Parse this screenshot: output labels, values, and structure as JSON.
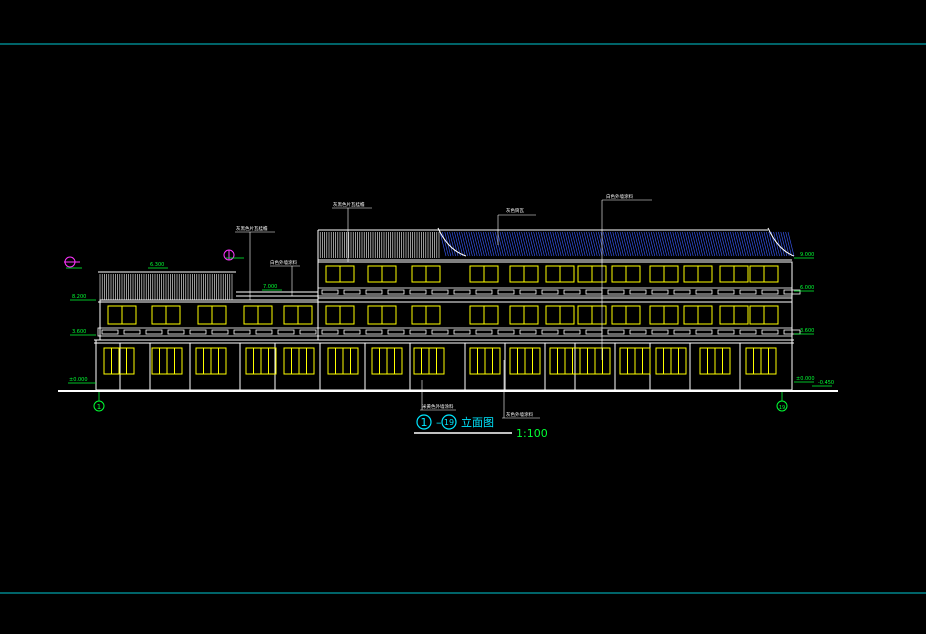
{
  "drawing": {
    "title_prefix": "1",
    "title_sep": "–",
    "title_suffix": "19",
    "title_label": "立面图",
    "scale": "1:100",
    "grid_left": "1",
    "grid_right": "19"
  },
  "levels": {
    "l0": "±0.000",
    "l1": "3.600",
    "l2": "6.300",
    "l3": "7.000",
    "l4": "8.200",
    "r0": "±0.000",
    "r1": "3.600",
    "r2": "6.000",
    "r3": "9.000",
    "r_ext": "-0.450"
  },
  "notes": {
    "n1": "灰黑色片瓦挂檐",
    "n2": "白色外墙涂料",
    "n3": "灰黑色片瓦挂檐",
    "n4": "灰色筒瓦",
    "n5": "白色外墙涂料",
    "n6": "米黄色外墙涂料",
    "n7": "灰色外墙涂料"
  },
  "colors": {
    "background": "#000000",
    "frame": "#00c8d2",
    "walls": "#ffffff",
    "windows": "#ffff00",
    "levels": "#00ff33",
    "roof_tiles": "#3a5cff",
    "title": "#00e6ff"
  }
}
